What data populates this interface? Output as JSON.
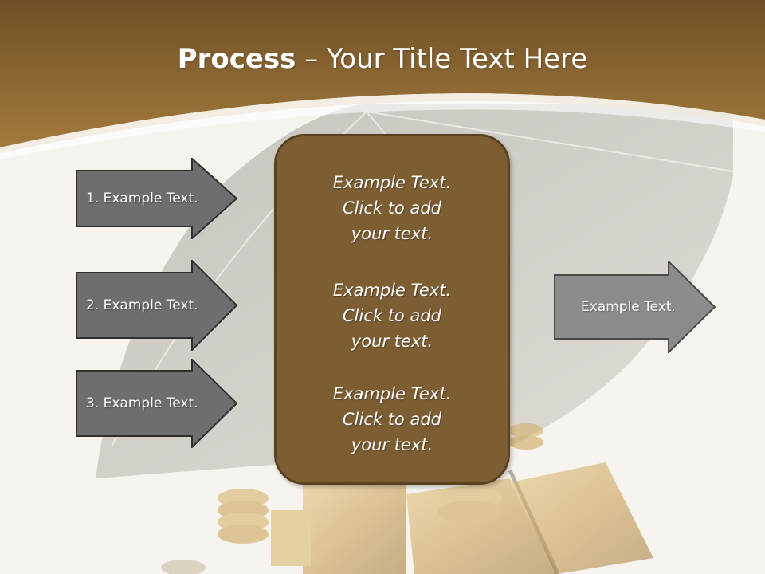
{
  "slide": {
    "title_bold": "Process",
    "title_rest": " – Your Title Text Here",
    "left_arrows": [
      {
        "label": "1. Example Text."
      },
      {
        "label": "2. Example Text."
      },
      {
        "label": "3. Example Text."
      }
    ],
    "center_blocks": [
      {
        "line1": "Example Text.",
        "line2": "Click  to add",
        "line3": "your text."
      },
      {
        "line1": "Example Text.",
        "line2": "Click  to add",
        "line3": "your text."
      },
      {
        "line1": "Example Text.",
        "line2": "Click  to add",
        "line3": "your text."
      }
    ],
    "right_arrow": {
      "label": "Example Text."
    }
  },
  "colors": {
    "header_brown": "#8a6530",
    "center_box": "#7d5e33",
    "left_arrow_fill": "#6e6e6e",
    "right_arrow_fill": "#8c8c8c",
    "text": "#ffffff"
  }
}
